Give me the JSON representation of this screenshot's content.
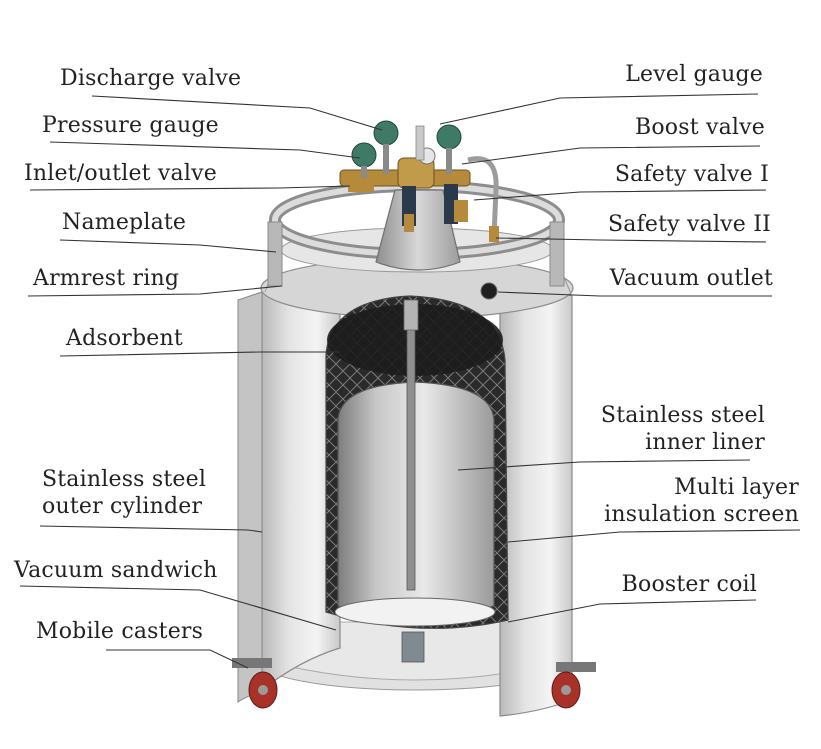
{
  "labels": {
    "discharge_valve": "Discharge valve",
    "pressure_gauge": "Pressure gauge",
    "inlet_outlet_valve": "Inlet/outlet valve",
    "nameplate": "Nameplate",
    "armrest_ring": "Armrest ring",
    "adsorbent": "Adsorbent",
    "outer_cylinder_1": "Stainless steel",
    "outer_cylinder_2": "outer cylinder",
    "vacuum_sandwich": "Vacuum sandwich",
    "mobile_casters": "Mobile casters",
    "level_gauge": "Level gauge",
    "boost_valve": "Boost valve",
    "safety_valve_1": "Safety valve I",
    "safety_valve_2": "Safety valve II",
    "vacuum_outlet": "Vacuum outlet",
    "inner_liner_1": "Stainless steel",
    "inner_liner_2": "inner liner",
    "insulation_1": "Multi layer",
    "insulation_2": "insulation screen",
    "booster_coil": "Booster coil"
  },
  "colors": {
    "leader_line": "#333333",
    "valve_handle": "#3f7a67",
    "brass": "#b58a3a",
    "caster_wheel": "#a8322a"
  }
}
